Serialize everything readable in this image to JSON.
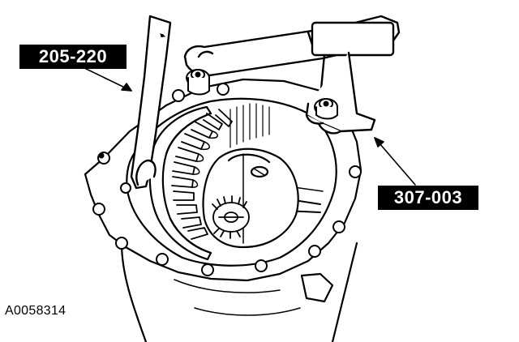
{
  "figure": {
    "callouts": {
      "tool_a": "205-220",
      "tool_b": "307-003"
    },
    "figure_id": "A0058314",
    "colors": {
      "ink": "#000000",
      "paper": "#ffffff"
    }
  }
}
